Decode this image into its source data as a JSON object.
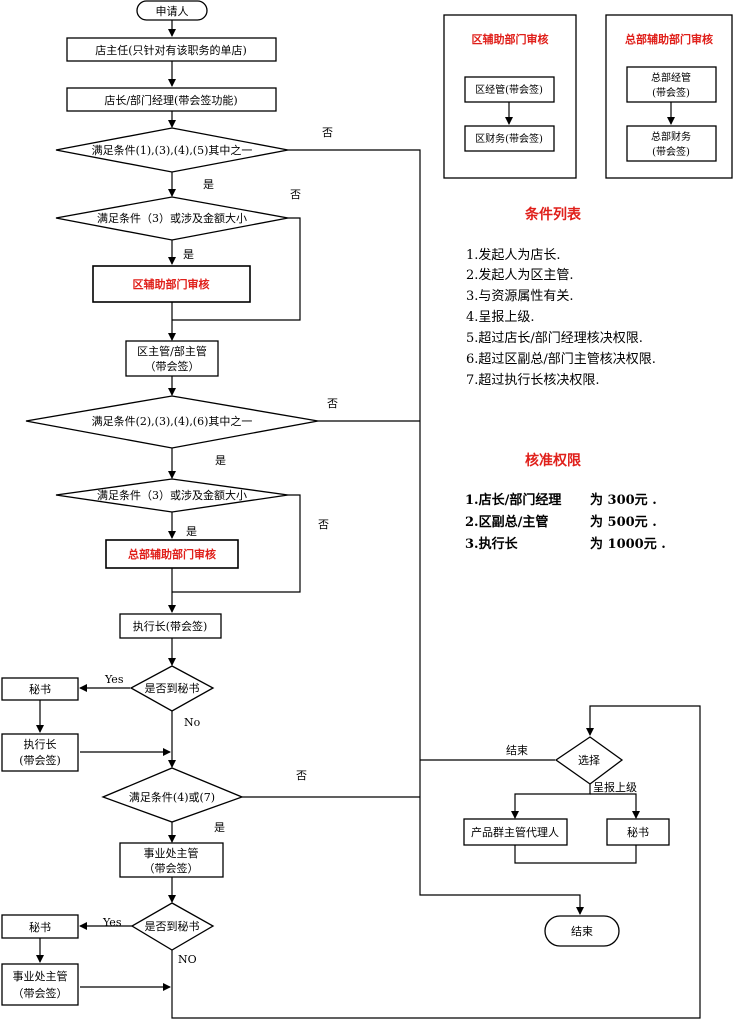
{
  "flow": {
    "start": "申请人",
    "store_manager": "店主任(只针对有该职务的单店)",
    "store_head": "店长/部门经理(带会签功能)",
    "cond1": "满足条件(1),(3),(4),(5)其中之一",
    "cond2": "满足条件（3）或涉及金额大小",
    "district_aux": "区辅助部门审核",
    "district_head_l1": "区主管/部主管",
    "district_head_l2": "（带会签）",
    "cond3": "满足条件(2),(3),(4),(6)其中之一",
    "cond4": "满足条件（3）或涉及金额大小",
    "hq_aux": "总部辅助部门审核",
    "ceo": "执行长(带会签)",
    "q_secretary1": "是否到秘书",
    "secretary1": "秘书",
    "exec_l1": "执行长",
    "exec_l2": "(带会签)",
    "cond5": "满足条件(4)或(7)",
    "biz_head_l1": "事业处主管",
    "biz_head_l2": "（带会签）",
    "q_secretary2": "是否到秘书",
    "secretary2": "秘书",
    "biz_head2_l1": "事业处主管",
    "biz_head2_l2": "（带会签）",
    "choose": "选择",
    "end_label": "结束",
    "report_up": "呈报上级",
    "product_agent": "产品群主管代理人",
    "secretary3": "秘书",
    "end": "结束"
  },
  "edge_labels": {
    "yes": "是",
    "no": "否",
    "yes_en": "Yes",
    "no_en1": "No",
    "no_en2": "NO"
  },
  "legend_district": {
    "title": "区辅助部门审核",
    "step1": "区经管(带会签)",
    "step2": "区财务(带会签)"
  },
  "legend_hq": {
    "title": "总部辅助部门审核",
    "step1_l1": "总部经管",
    "step1_l2": "(带会签)",
    "step2_l1": "总部财务",
    "step2_l2": "(带会签)"
  },
  "conditions": {
    "title": "条件列表",
    "items": [
      "1.发起人为店长.",
      "2.发起人为区主管.",
      "3.与资源属性有关.",
      "4.呈报上级.",
      "5.超过店长/部门经理核决权限.",
      "6.超过区副总/部门主管核决权限.",
      "7.超过执行长核决权限."
    ]
  },
  "authority": {
    "title": "核准权限",
    "rows": [
      {
        "role": "1.店长/部门经理",
        "amount": "为 300元 ."
      },
      {
        "role": "2.区副总/主管",
        "amount": "为 500元 ."
      },
      {
        "role": "3.执行长",
        "amount": "为 1000元 ."
      }
    ]
  },
  "colors": {
    "accent_red": "#e0201b",
    "line": "#000000"
  }
}
